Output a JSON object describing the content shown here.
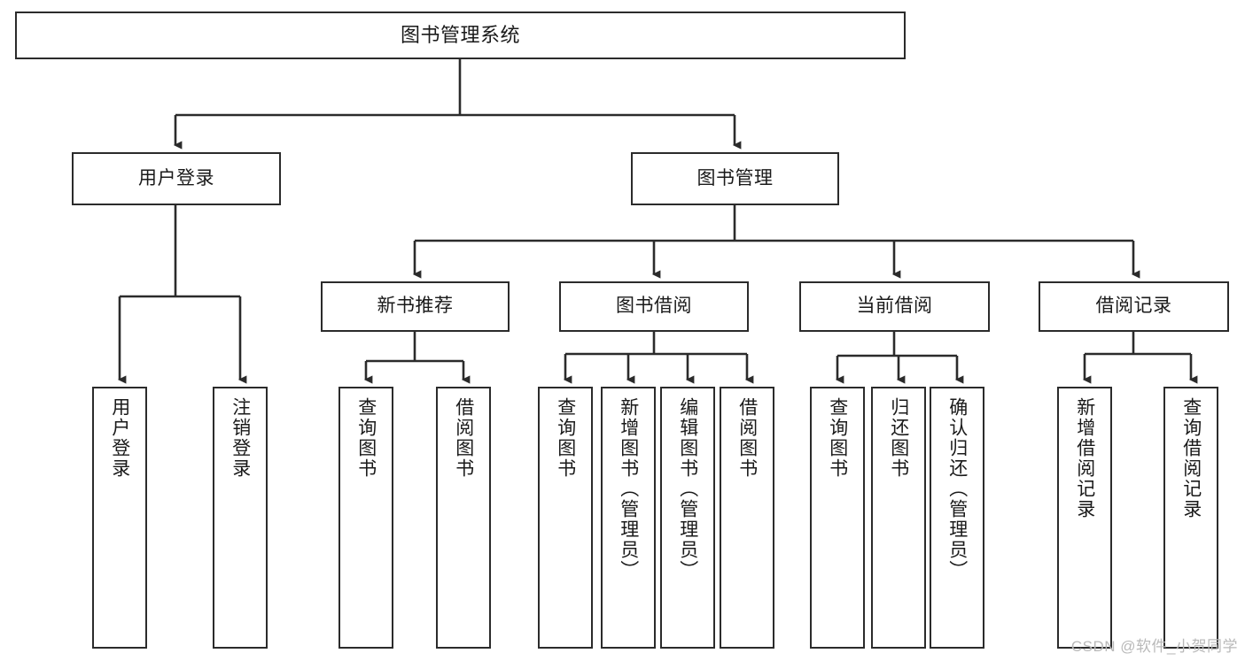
{
  "diagram": {
    "title": "图书管理系统",
    "type": "tree-hierarchy-diagram",
    "colors": {
      "box_border": "#2b2b2b",
      "box_fill": "#ffffff",
      "connector": "#2b2b2b",
      "text": "#1a1a1a",
      "watermark": "#b9b9b9",
      "background": "#ffffff"
    }
  },
  "root": {
    "label": "图书管理系统"
  },
  "level2": [
    {
      "label": "用户登录"
    },
    {
      "label": "图书管理"
    }
  ],
  "level3": [
    {
      "label": "新书推荐"
    },
    {
      "label": "图书借阅"
    },
    {
      "label": "当前借阅"
    },
    {
      "label": "借阅记录"
    }
  ],
  "leaves": {
    "user_login": [
      {
        "label": "用户登录"
      },
      {
        "label": "注销登录"
      }
    ],
    "new_book_recommend": [
      {
        "label": "查询图书"
      },
      {
        "label": "借阅图书"
      }
    ],
    "book_borrow": [
      {
        "label": "查询图书"
      },
      {
        "label": "新增图书（管理员）"
      },
      {
        "label": "编辑图书（管理员）"
      },
      {
        "label": "借阅图书"
      }
    ],
    "current_borrow": [
      {
        "label": "查询图书"
      },
      {
        "label": "归还图书"
      },
      {
        "label": "确认归还（管理员）"
      }
    ],
    "borrow_record": [
      {
        "label": "新增借阅记录"
      },
      {
        "label": "查询借阅记录"
      }
    ]
  },
  "watermark": {
    "text": "CSDN @软件_小贺同学"
  }
}
